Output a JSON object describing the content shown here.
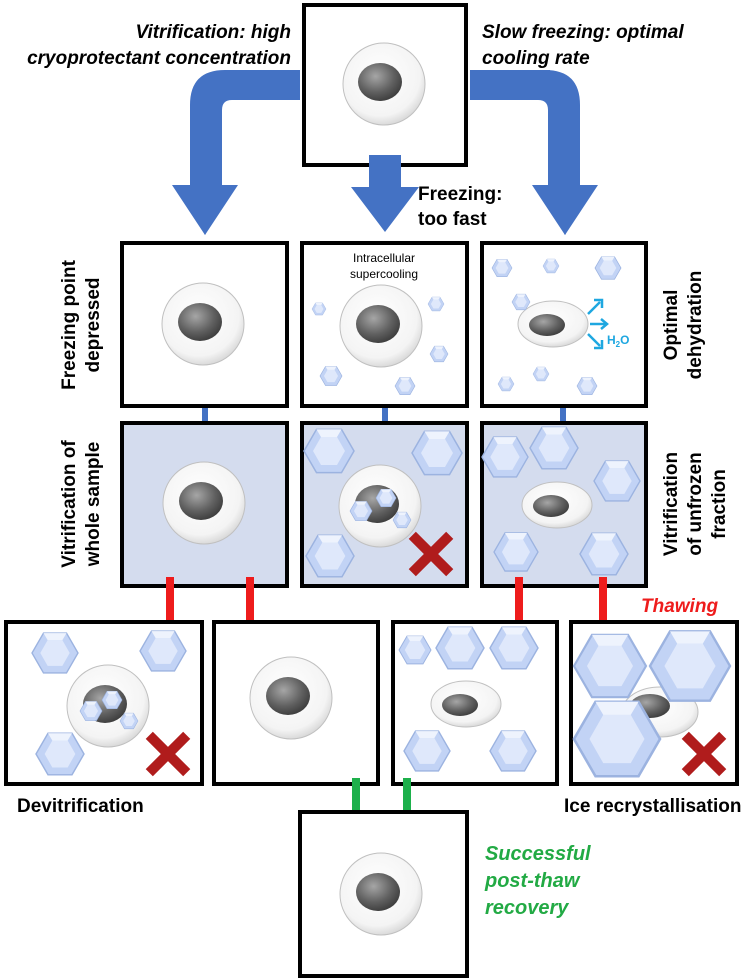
{
  "labels": {
    "vitrification_line1": "Vitrification: high",
    "vitrification_line2": "cryoprotectant concentration",
    "slow_line1": "Slow freezing: optimal",
    "slow_line2": "cooling rate",
    "fast_line1": "Freezing:",
    "fast_line2": "too fast",
    "freezing_point_line1": "Freezing point",
    "freezing_point_line2": "depressed",
    "vitrif_whole_line1": "Vitrification of",
    "vitrif_whole_line2": "whole sample",
    "intracellular_line1": "Intracellular",
    "intracellular_line2": "supercooling",
    "optimal_line1": "Optimal",
    "optimal_line2": "dehydration",
    "water": "H",
    "water_sub": "2",
    "water_end": "O",
    "vitrif_unfrozen_line1": "Vitrification",
    "vitrif_unfrozen_line2": "of unfrozen",
    "vitrif_unfrozen_line3": "fraction",
    "thawing": "Thawing",
    "devitrification": "Devitrification",
    "ice_recryst": "Ice recrystallisation",
    "success_line1": "Successful",
    "success_line2": "post-thaw",
    "success_line3": "recovery"
  },
  "colors": {
    "blue_arrow": "#4472c4",
    "red_arrow": "#ee1c1c",
    "green_arrow": "#1db04b",
    "success_text": "#22aa44",
    "thawing_text": "#ee1c1c",
    "water_text": "#1ea7e0",
    "vitrified_fill": "#d4dcee",
    "ice": "#c5d5f5",
    "x_mark": "#b01c1c"
  }
}
